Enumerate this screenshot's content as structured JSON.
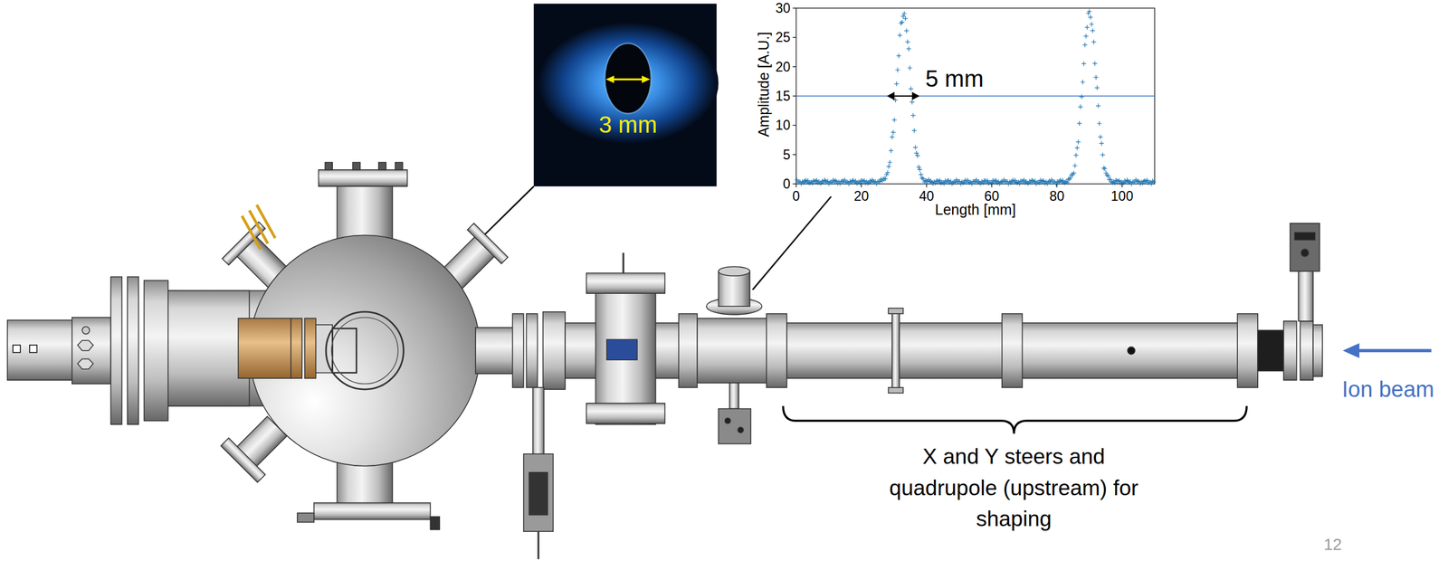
{
  "diagram": {
    "labels": [
      "3 mm",
      "30",
      "25",
      "20",
      "15",
      "10",
      "5",
      "0",
      "5 mm",
      "Amplitude [A.U.]",
      "0",
      "20",
      "40",
      "60",
      "80",
      "100",
      "Length [mm]",
      "X and Y steers and quadrupole (upstream) for shaping",
      "Ion beam",
      "12"
    ]
  }
}
